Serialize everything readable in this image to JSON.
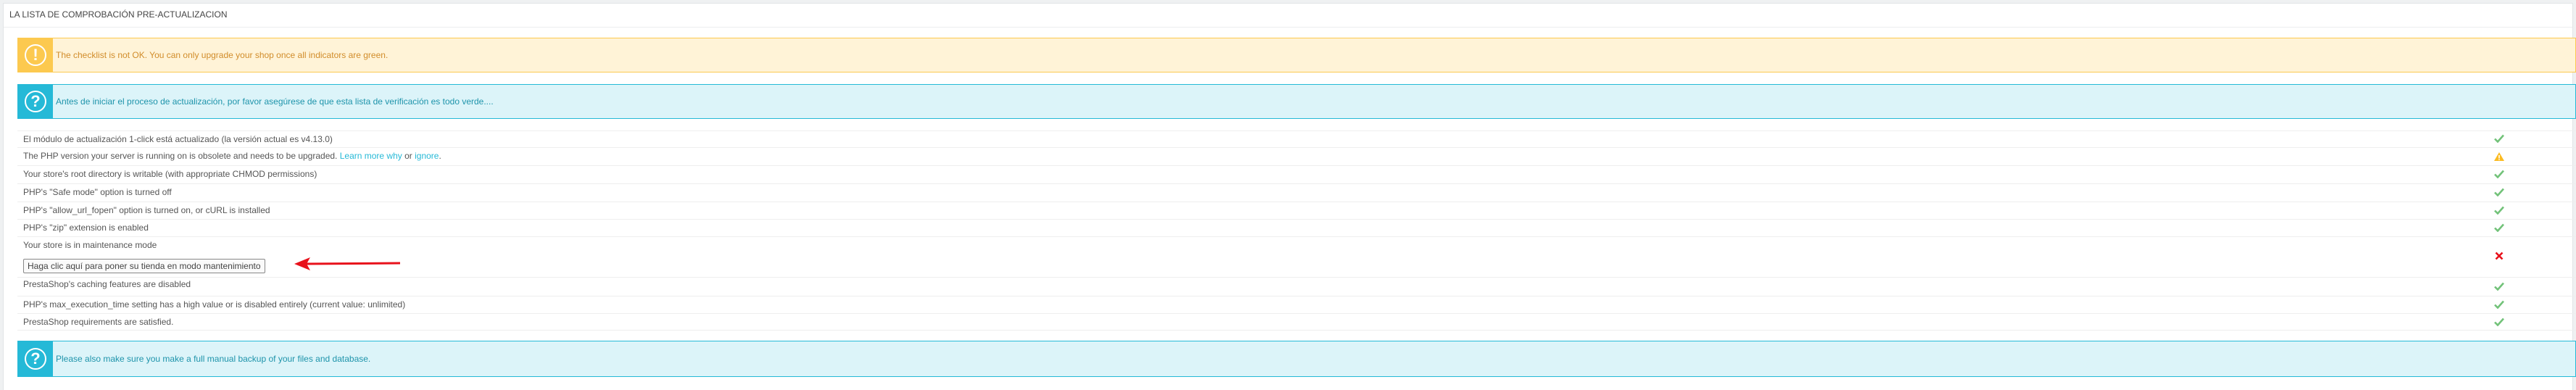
{
  "panel": {
    "title": "LA LISTA DE COMPROBACIÓN PRE-ACTUALIZACION"
  },
  "alerts": {
    "warning": {
      "icon": "exclamation-icon",
      "text": "The checklist is not OK. You can only upgrade your shop once all indicators are green."
    },
    "info_top": {
      "icon": "question-icon",
      "text": "Antes de iniciar el proceso de actualización, por favor asegúrese de que esta lista de verificación es todo verde...."
    },
    "info_bottom": {
      "icon": "question-icon",
      "text": "Please also make sure you make a full manual backup of your files and database."
    }
  },
  "checklist": {
    "items": [
      {
        "text": "El módulo de actualización 1-click está actualizado (la versión actual es v4.13.0)",
        "status": "ok"
      },
      {
        "text_before": "The PHP version your server is running on is obsolete and needs to be upgraded. ",
        "link1": "Learn more why",
        "text_mid": " or ",
        "link2": "ignore",
        "text_after": ".",
        "status": "warning"
      },
      {
        "text": "Your store's root directory is writable (with appropriate CHMOD permissions)",
        "status": "ok"
      },
      {
        "text": "PHP's \"Safe mode\" option is turned off",
        "status": "ok"
      },
      {
        "text": "PHP's \"allow_url_fopen\" option is turned on, or cURL is installed",
        "status": "ok"
      },
      {
        "text": "PHP's \"zip\" extension is enabled",
        "status": "ok"
      },
      {
        "text": "Your store is in maintenance mode",
        "button": "Haga clic aquí para poner su tienda en modo mantenimiento",
        "status": "error"
      },
      {
        "text": "PrestaShop's caching features are disabled",
        "status": "ok"
      },
      {
        "text": "PHP's max_execution_time setting has a high value or is disabled entirely (current value: unlimited)",
        "status": "ok"
      },
      {
        "text": "PrestaShop requirements are satisfied.",
        "status": "ok"
      }
    ]
  },
  "colors": {
    "ok": "#72c279",
    "warning": "#fbbb22",
    "error": "#e08f95",
    "info": "#25b9d7",
    "annotation_arrow": "#e8111b"
  }
}
